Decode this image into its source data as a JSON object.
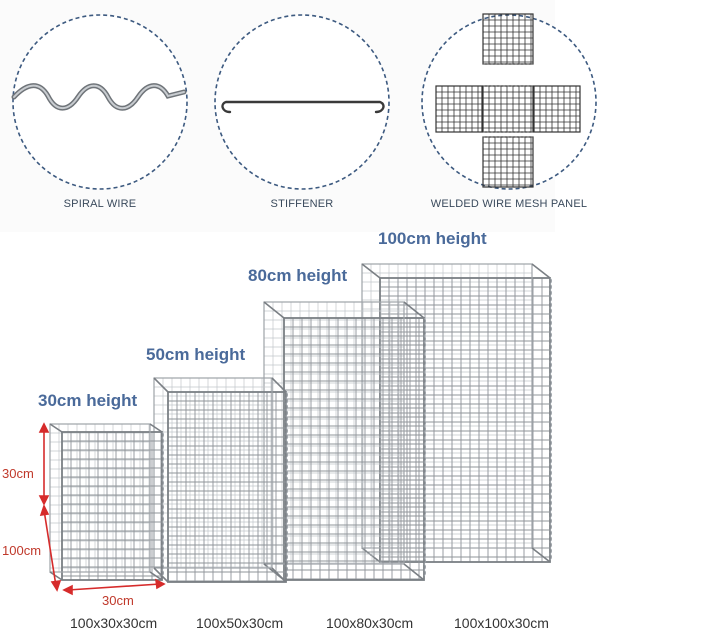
{
  "components": [
    {
      "label": "SPIRAL WIRE",
      "icon": "spiral-wire-icon"
    },
    {
      "label": "STIFFENER",
      "icon": "stiffener-icon"
    },
    {
      "label": "WELDED WIRE MESH PANEL",
      "icon": "mesh-panel-icon"
    }
  ],
  "baskets": [
    {
      "height_label": "30cm height",
      "size_label": "100x30x30cm"
    },
    {
      "height_label": "50cm height",
      "size_label": "100x50x30cm"
    },
    {
      "height_label": "80cm height",
      "size_label": "100x80x30cm"
    },
    {
      "height_label": "100cm height",
      "size_label": "100x100x30cm"
    }
  ],
  "dimensions": {
    "height": "30cm",
    "length": "100cm",
    "width": "30cm"
  },
  "colors": {
    "circle_border": "#3d5a80",
    "height_text": "#4a6a9a",
    "dimension_text": "#c0392b",
    "dimension_arrow": "#d62b2b",
    "wire": "#8f9499"
  }
}
